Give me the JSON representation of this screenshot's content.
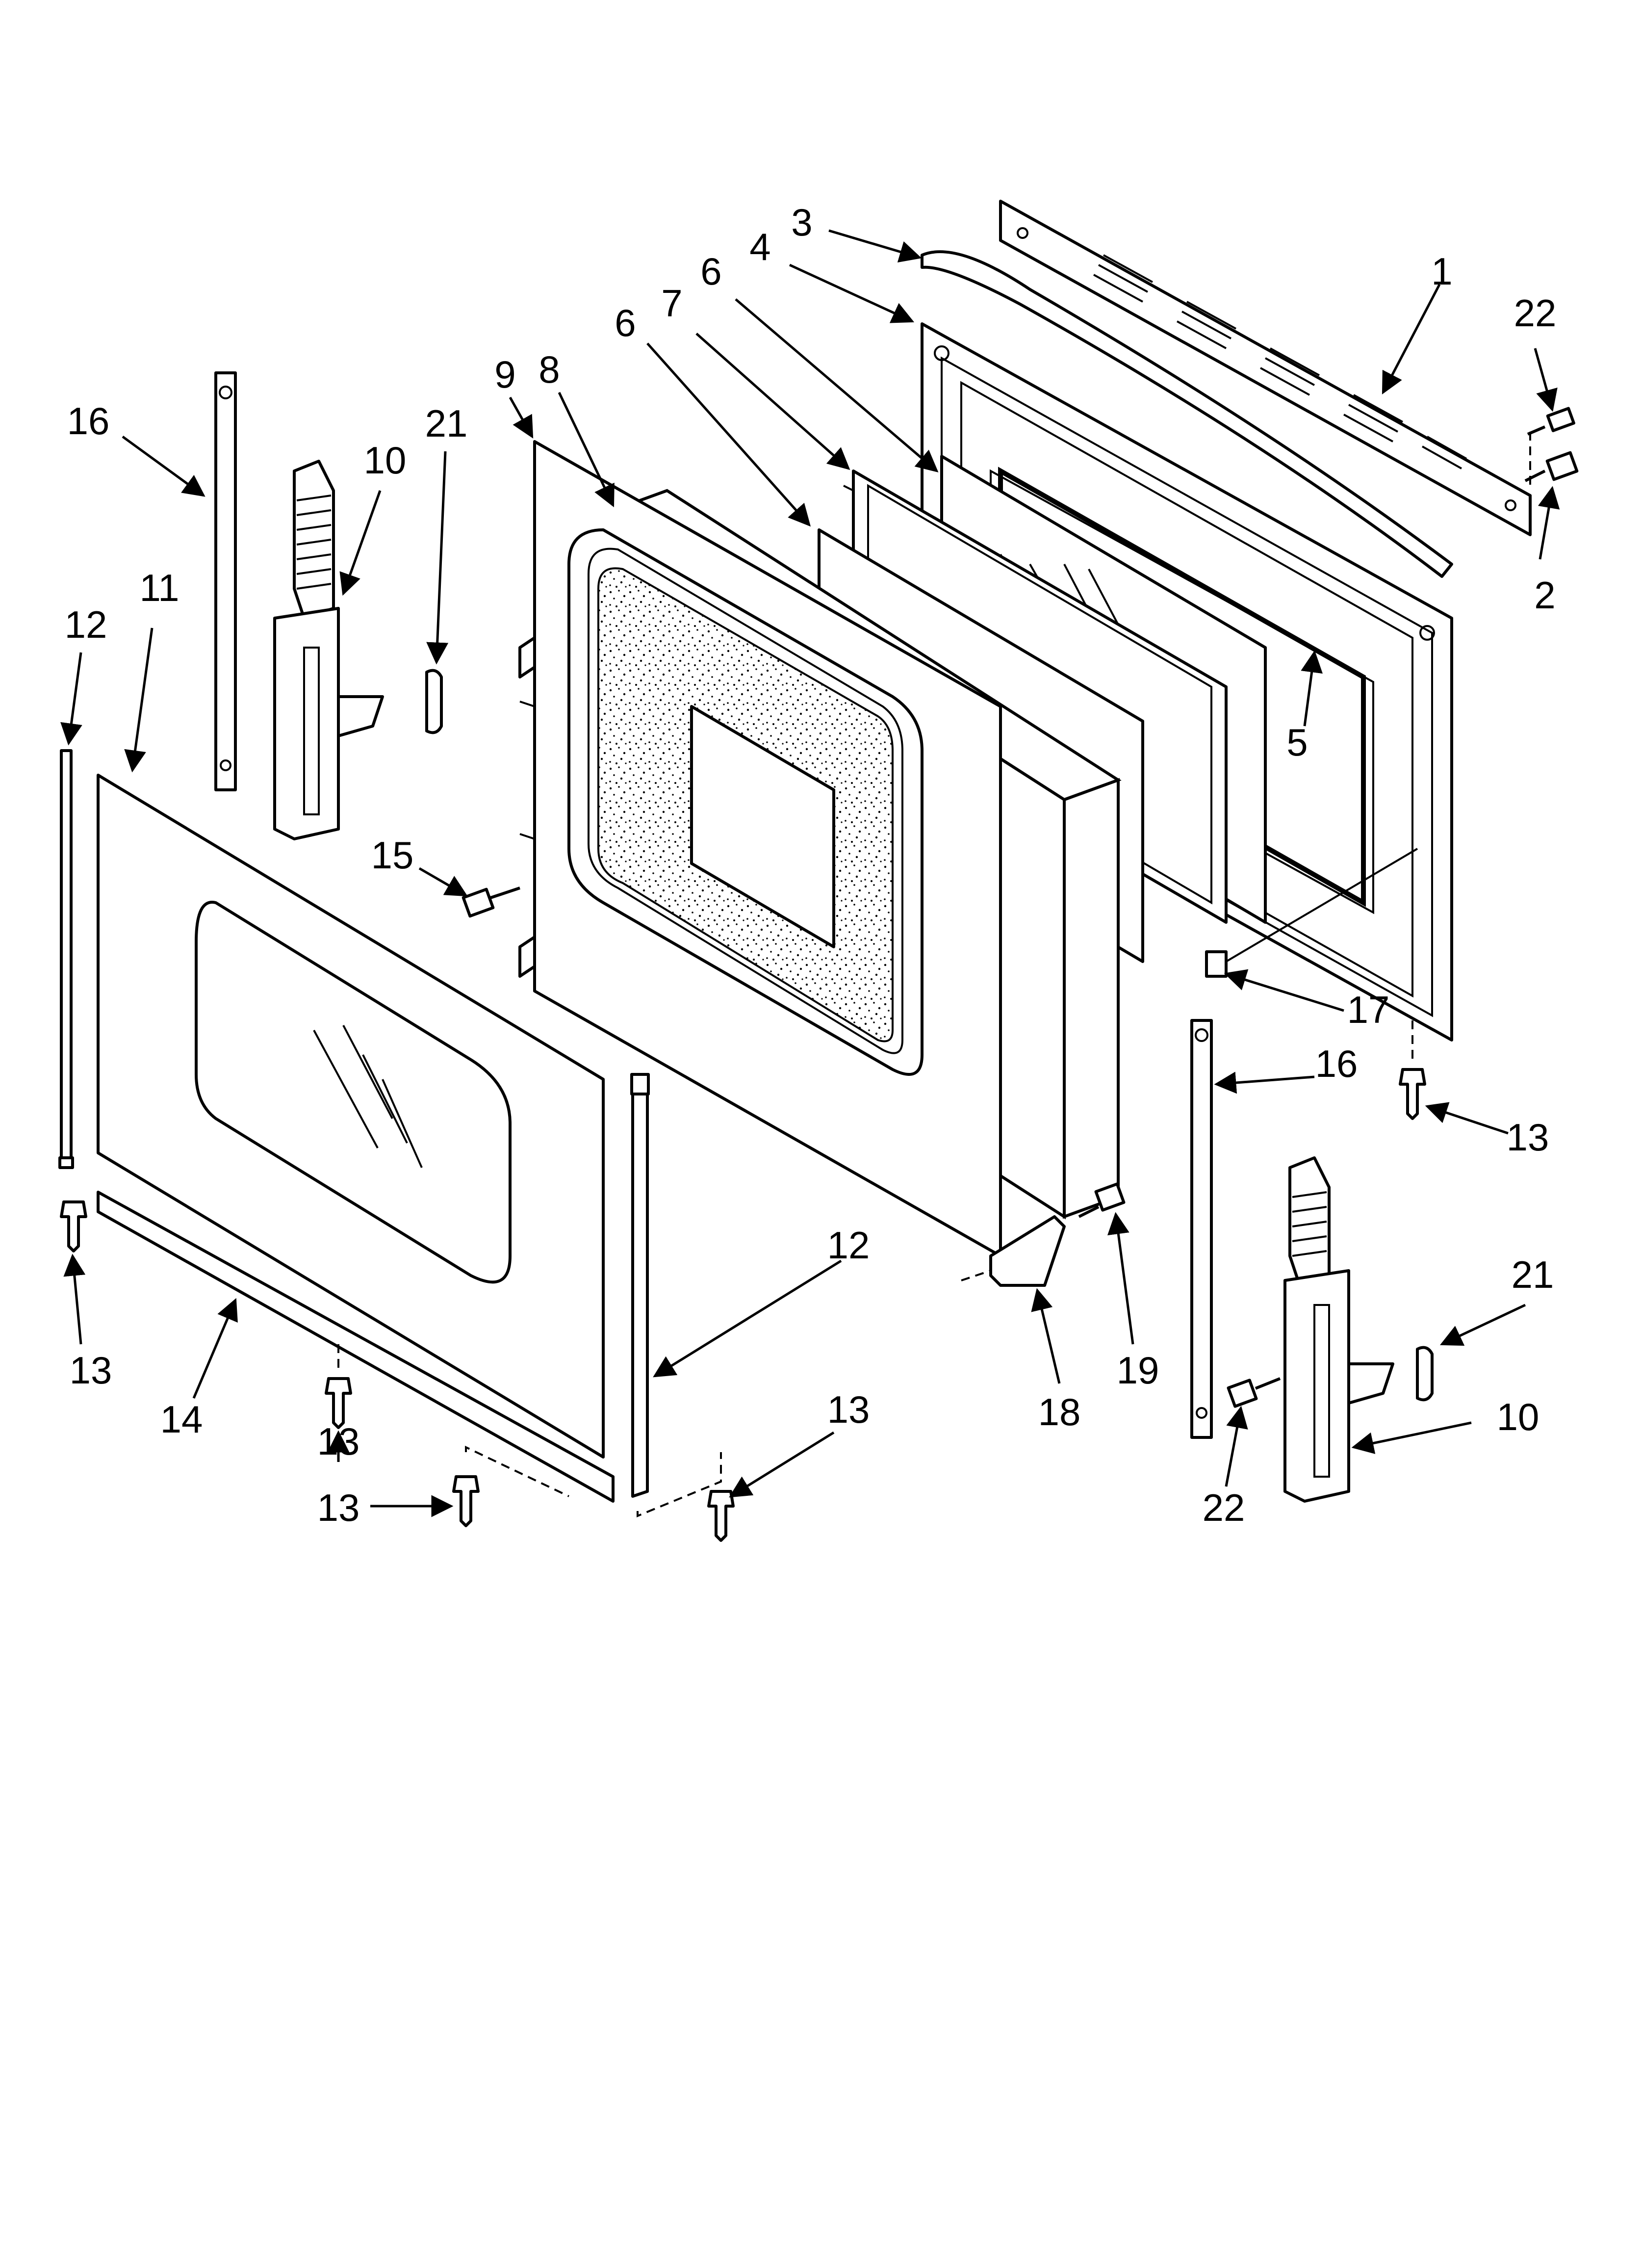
{
  "diagram": {
    "callouts": [
      {
        "id": "c1",
        "label": "1"
      },
      {
        "id": "c2",
        "label": "2"
      },
      {
        "id": "c3",
        "label": "3"
      },
      {
        "id": "c4",
        "label": "4"
      },
      {
        "id": "c5",
        "label": "5"
      },
      {
        "id": "c6a",
        "label": "6"
      },
      {
        "id": "c6b",
        "label": "6"
      },
      {
        "id": "c7",
        "label": "7"
      },
      {
        "id": "c8",
        "label": "8"
      },
      {
        "id": "c9",
        "label": "9"
      },
      {
        "id": "c10a",
        "label": "10"
      },
      {
        "id": "c10b",
        "label": "10"
      },
      {
        "id": "c11",
        "label": "11"
      },
      {
        "id": "c12a",
        "label": "12"
      },
      {
        "id": "c12b",
        "label": "12"
      },
      {
        "id": "c13a",
        "label": "13"
      },
      {
        "id": "c13b",
        "label": "13"
      },
      {
        "id": "c13c",
        "label": "13"
      },
      {
        "id": "c13d",
        "label": "13"
      },
      {
        "id": "c13e",
        "label": "13"
      },
      {
        "id": "c14",
        "label": "14"
      },
      {
        "id": "c15",
        "label": "15"
      },
      {
        "id": "c16a",
        "label": "16"
      },
      {
        "id": "c16b",
        "label": "16"
      },
      {
        "id": "c17",
        "label": "17"
      },
      {
        "id": "c18",
        "label": "18"
      },
      {
        "id": "c19",
        "label": "19"
      },
      {
        "id": "c21a",
        "label": "21"
      },
      {
        "id": "c21b",
        "label": "21"
      },
      {
        "id": "c22a",
        "label": "22"
      },
      {
        "id": "c22b",
        "label": "22"
      }
    ]
  }
}
